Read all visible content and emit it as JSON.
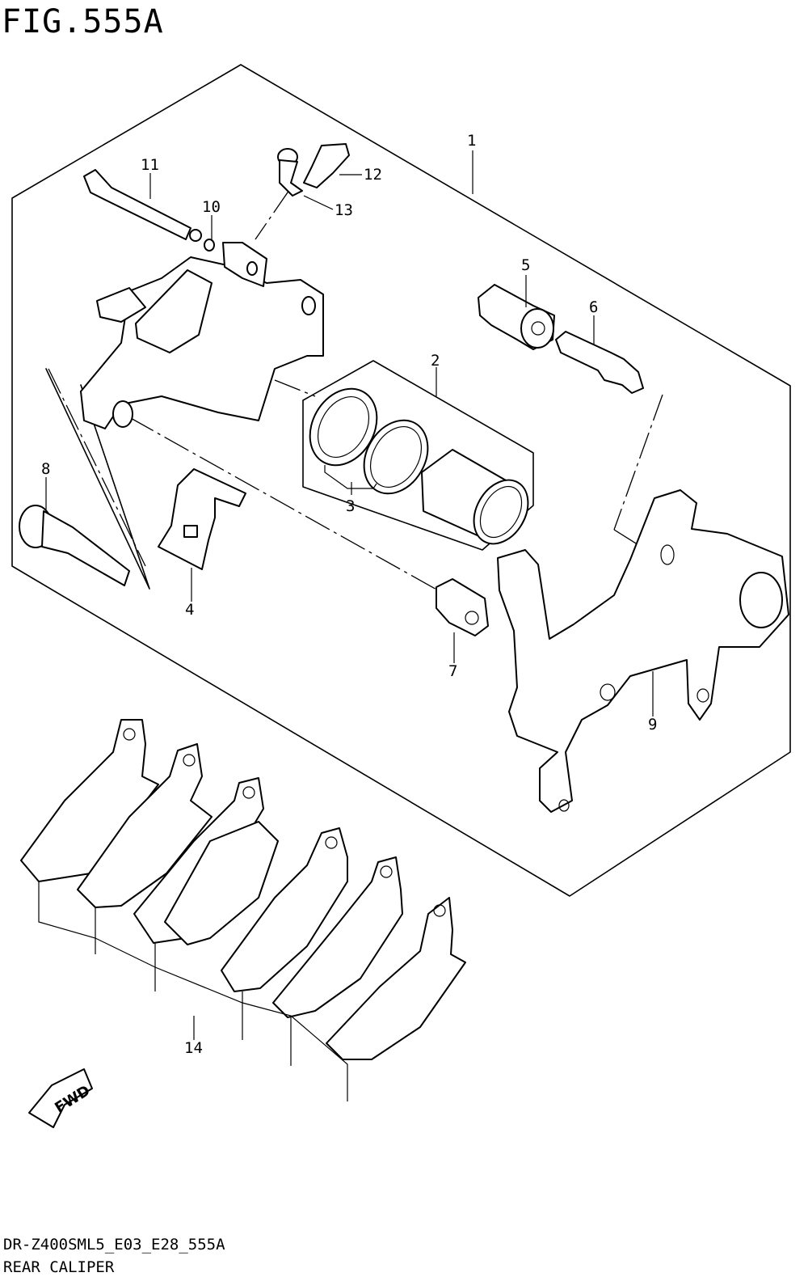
{
  "figure": {
    "title": "FIG.555A",
    "model_code": "DR-Z400SML5_E03_E28_555A",
    "name": "REAR CALIPER"
  },
  "callouts": [
    "1",
    "2",
    "3",
    "4",
    "5",
    "6",
    "7",
    "8",
    "9",
    "10",
    "11",
    "12",
    "13",
    "14"
  ],
  "fwd_label": "FWD"
}
